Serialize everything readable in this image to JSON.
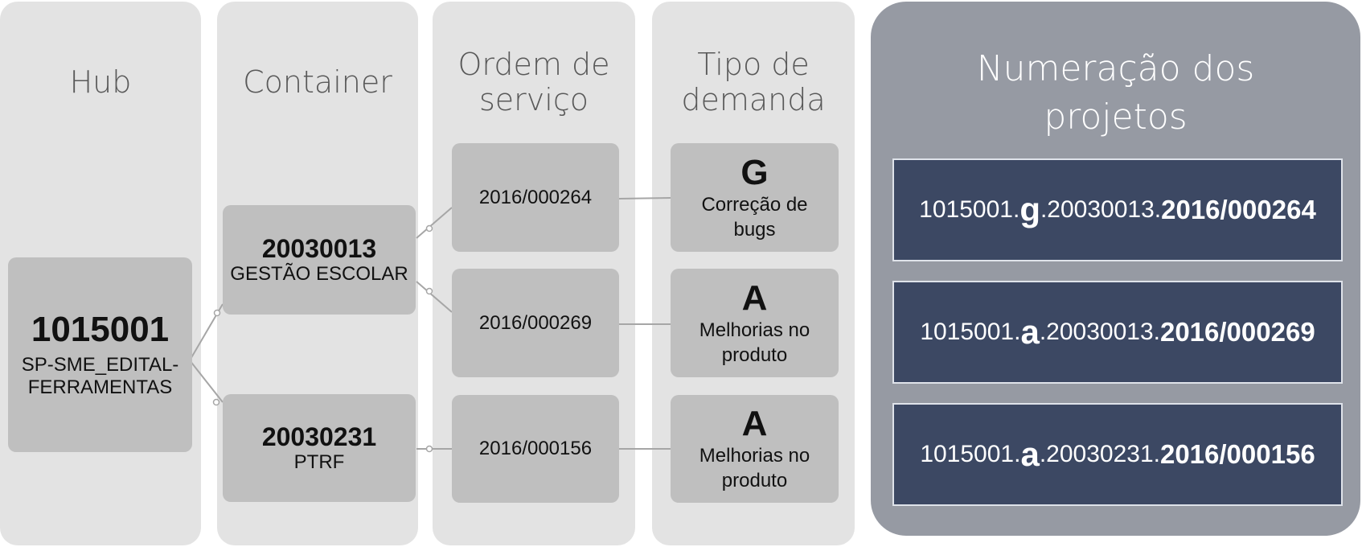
{
  "lanes": {
    "hub": "Hub",
    "container": "Container",
    "ordem": [
      "Ordem de",
      "serviço"
    ],
    "tipo": [
      "Tipo de",
      "demanda"
    ]
  },
  "hub": {
    "code": "1015001",
    "name": [
      "SP-SME_EDITAL-",
      "FERRAMENTAS"
    ]
  },
  "containers": [
    {
      "code": "20030013",
      "name": "GESTÃO ESCOLAR"
    },
    {
      "code": "20030231",
      "name": "PTRF"
    }
  ],
  "ordens": [
    "2016/000264",
    "2016/000269",
    "2016/000156"
  ],
  "tipos": [
    {
      "letter": "G",
      "desc": [
        "Correção de",
        "bugs"
      ]
    },
    {
      "letter": "A",
      "desc": [
        "Melhorias no",
        "produto"
      ]
    },
    {
      "letter": "A",
      "desc": [
        "Melhorias no",
        "produto"
      ]
    }
  ],
  "projetos": {
    "title": [
      "Numeração dos",
      "projetos"
    ],
    "items": [
      {
        "hub": "1015001.",
        "letter": "g",
        "container": ".20030013.",
        "ordem": "2016/000264"
      },
      {
        "hub": "1015001.",
        "letter": "a",
        "container": ".20030013.",
        "ordem": "2016/000269"
      },
      {
        "hub": "1015001.",
        "letter": "a",
        "container": ".20030231.",
        "ordem": "2016/000156"
      }
    ]
  },
  "colors": {
    "lane": "#e3e3e3",
    "box": "#bfbfbf",
    "panel": "#969aa3",
    "project": "#3c4863"
  }
}
